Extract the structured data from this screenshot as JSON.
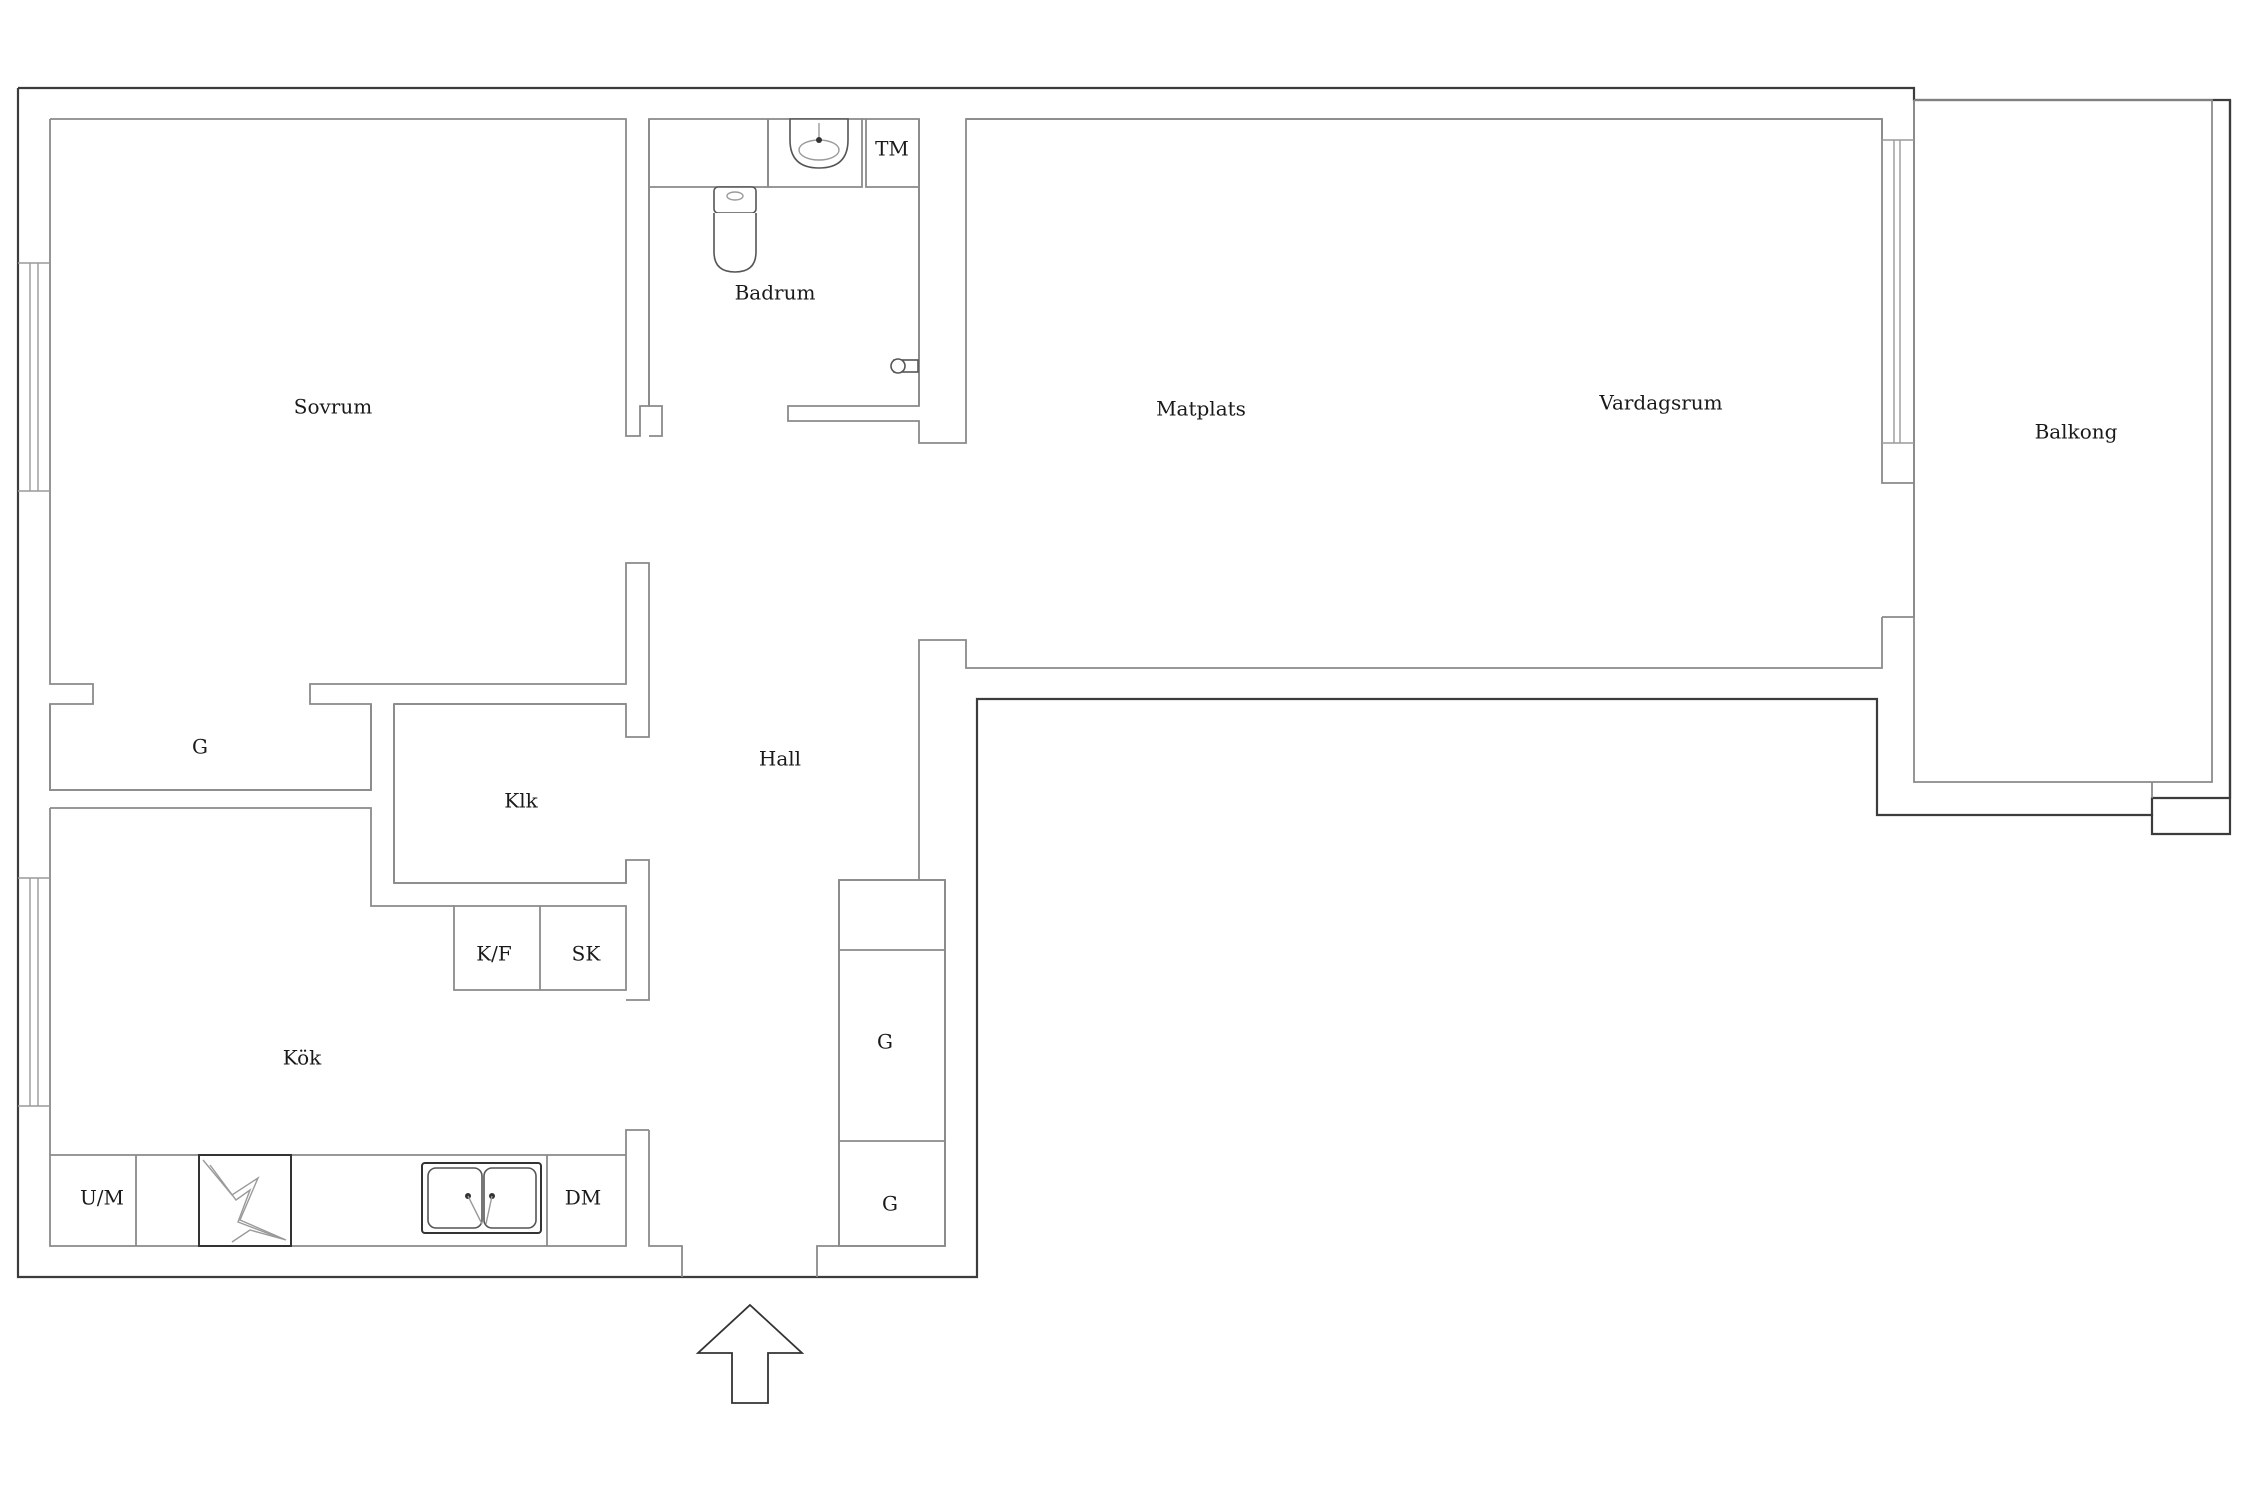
{
  "rooms": {
    "sovrum": "Sovrum",
    "badrum": "Badrum",
    "tm": "TM",
    "matplats": "Matplats",
    "vardagsrum": "Vardagsrum",
    "balkong": "Balkong",
    "g_sovrum": "G",
    "hall": "Hall",
    "klk": "Klk",
    "kf": "K/F",
    "sk": "SK",
    "kok": "Kök",
    "um": "U/M",
    "dm": "DM",
    "g_hall_upper": "G",
    "g_hall_lower": "G"
  },
  "symbols": {
    "entrance": "arrow-up-icon",
    "sink": "washbasin-icon",
    "toilet": "toilet-icon",
    "kitchen_sink": "double-sink-icon",
    "stove": "stove-icon",
    "faucet": "shower-icon"
  }
}
